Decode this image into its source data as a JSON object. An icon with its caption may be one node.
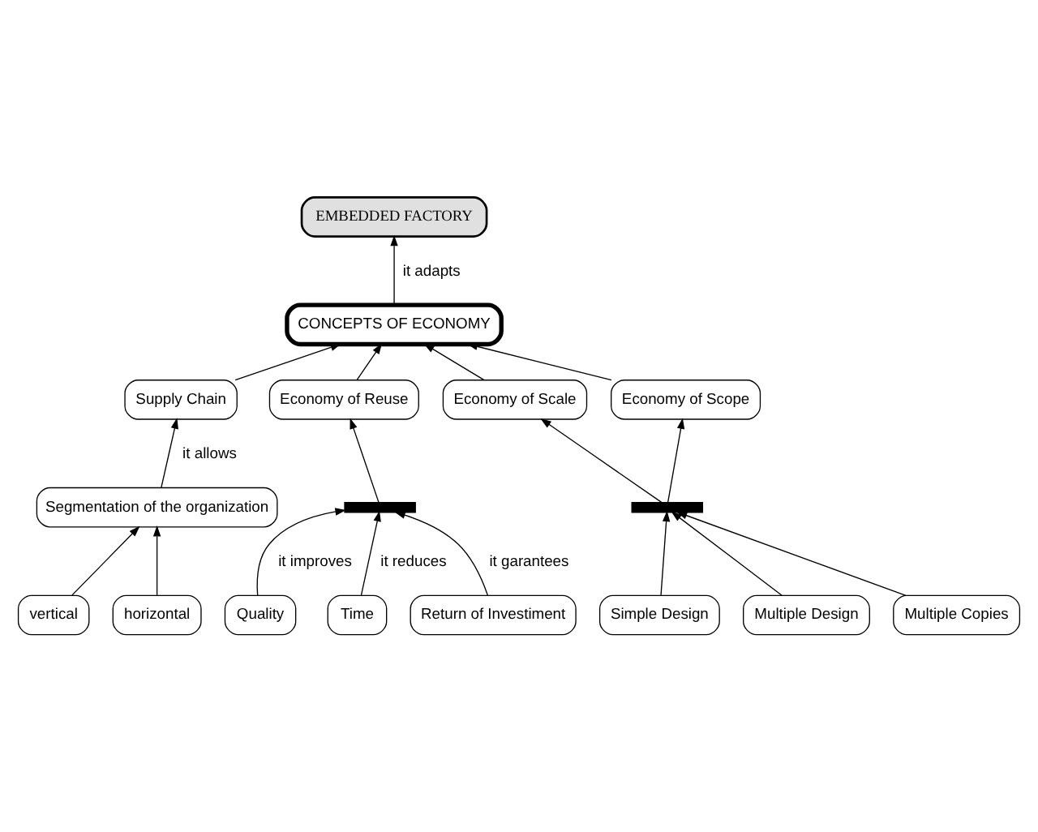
{
  "diagram": {
    "nodes": [
      {
        "text": [
          "EMBEDDED FACTORY"
        ]
      },
      {
        "text": [
          "CONCEPTS OF ECONOMY"
        ]
      },
      {
        "text": [
          "vertical"
        ]
      },
      {
        "text": [
          "horizontal"
        ]
      },
      {
        "text": [
          "Segmentation of the organization"
        ]
      },
      {
        "text": [
          "Supply Chain"
        ]
      },
      {
        "text": [
          "Economy of Scale"
        ]
      },
      {
        "text": [
          "Economy of Reuse"
        ]
      },
      {
        "text": [
          "Economy of Scope"
        ]
      },
      {
        "text": [],
        "shape": "bar"
      },
      {
        "text": [
          "Time"
        ]
      },
      {
        "text": [
          "Return of Investiment"
        ]
      },
      {
        "text": [
          "Quality"
        ]
      },
      {
        "text": [],
        "shape": "bar"
      },
      {
        "text": [
          "Multiple Design"
        ]
      },
      {
        "text": [
          "Multiple Copies"
        ]
      },
      {
        "text": [
          "Simple Design"
        ]
      }
    ],
    "edges": [
      {
        "from": 1,
        "to": 0,
        "arrow": "to",
        "label": "it adapts"
      },
      {
        "from": 2,
        "to": 4,
        "arrow": "to"
      },
      {
        "from": 3,
        "to": 4,
        "arrow": "to"
      },
      {
        "from": 4,
        "to": 5,
        "arrow": "to",
        "label": "it allows"
      },
      {
        "from": 5,
        "to": 1,
        "arrow": "to"
      },
      {
        "from": 6,
        "to": 1,
        "arrow": "to"
      },
      {
        "from": 7,
        "to": 1,
        "arrow": "to"
      },
      {
        "from": 8,
        "to": 1,
        "arrow": "to"
      },
      {
        "from": 9,
        "to": 7,
        "arrow": "to"
      },
      {
        "from": 10,
        "to": 9,
        "arrow": "to",
        "label": "it reduces"
      },
      {
        "from": 11,
        "to": 9,
        "arrow": "to",
        "label": "it garantees"
      },
      {
        "from": 12,
        "to": 9,
        "arrow": "to",
        "label": "it improves"
      },
      {
        "from": 13,
        "to": 8,
        "arrow": "to"
      },
      {
        "from": 13,
        "to": 6,
        "arrow": "to"
      },
      {
        "from": 14,
        "to": 13,
        "arrow": "to"
      },
      {
        "from": 15,
        "to": 13,
        "arrow": "to"
      },
      {
        "from": 16,
        "to": 13,
        "arrow": "to"
      }
    ]
  }
}
